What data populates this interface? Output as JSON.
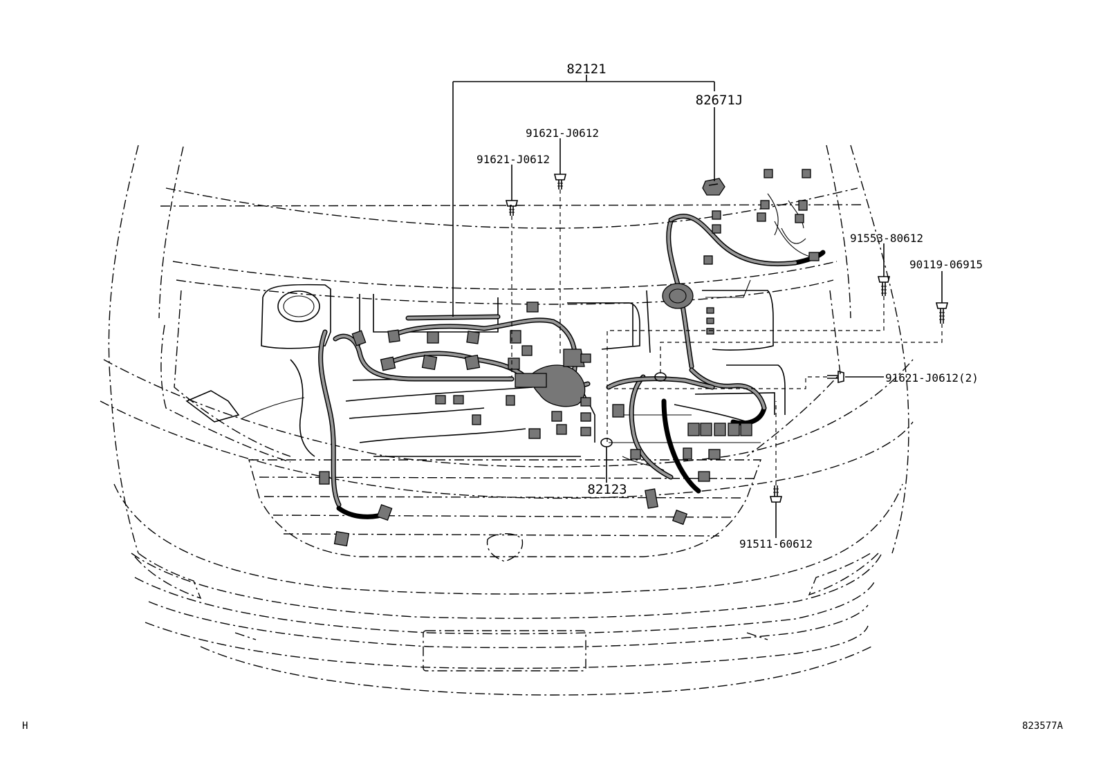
{
  "diagram": {
    "labels": {
      "harness_main": "82121",
      "grommet": "82671J",
      "bolt_a": "91621-J0612",
      "bolt_b": "91621-J0612",
      "bolt_c": "91553-80612",
      "bolt_d": "90119-06915",
      "bolt_e": "91621-J0612(2)",
      "clamp": "82123",
      "bolt_f": "91511-60612"
    },
    "footer": {
      "left_code": "H",
      "figure_id": "823577A"
    }
  }
}
